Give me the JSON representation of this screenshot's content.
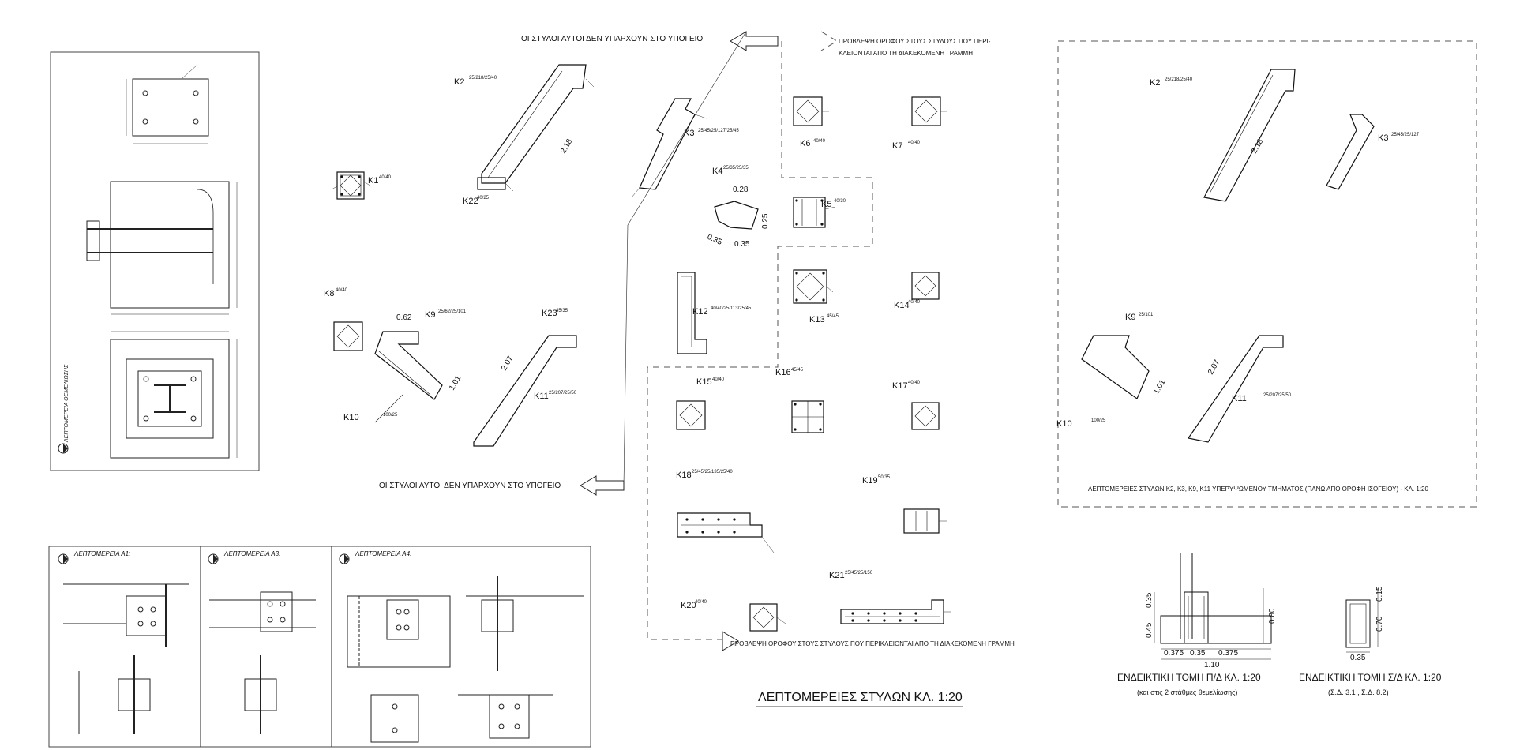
{
  "notes": {
    "not_in_basement_1": "ΟΙ ΣΤΥΛΟΙ ΑΥΤΟΙ ΔΕΝ ΥΠΑΡΧΟΥΝ ΣΤΟ ΥΠΟΓΕΙΟ",
    "not_in_basement_2": "ΟΙ ΣΤΥΛΟΙ ΑΥΤΟΙ ΔΕΝ ΥΠΑΡΧΟΥΝ ΣΤΟ ΥΠΟΓΕΙΟ",
    "provision_top_line1": "ΠΡΟΒΛΕΨΗ ΟΡΟΦΟΥ ΣΤΟΥΣ ΣΤΥΛΟΥΣ ΠΟΥ ΠΕΡΙ-",
    "provision_top_line2": "ΚΛΕΙΟΝΤΑΙ ΑΠΟ ΤΗ ΔΙΑΚΕΚΟΜΕΝΗ ΓΡΑΜΜΗ",
    "provision_bottom": "ΠΡΟΒΛΕΨΗ ΟΡΟΦΟΥ ΣΤΟΥΣ ΣΤΥΛΟΥΣ ΠΟΥ ΠΕΡΙΚΛΕΙΟΝΤΑΙ ΑΠΟ ΤΗ ΔΙΑΚΕΚΟΜΕΝΗ ΓΡΑΜΜΗ",
    "upper_section_title": "ΛΕΠΤΟΜΕΡΕΙΕΣ ΣΤΥΛΩΝ Κ2, Κ3, Κ9, Κ11 ΥΠΕΡΥΨΩΜΕΝΟΥ ΤΜΗΜΑΤΟΣ (ΠΑΝΩ ΑΠΟ ΟΡΟΦΗ ΙΣΟΓΕΙΟΥ)  - ΚΛ. 1:20",
    "foundation_detail": "ΛΕΠΤΟΜΕΡΕΙΑ ΘΕΜΕΛΙΩΣΗΣ"
  },
  "titles": {
    "main": "ΛΕΠΤΟΜΕΡΕΙΕΣ ΣΤΥΛΩΝ ΚΛ. 1:20",
    "section_pd": "ΕΝΔΕΙΚΤΙΚΗ ΤΟΜΗ Π/Δ ΚΛ. 1:20",
    "section_pd_sub": "(και στις 2 στάθμες θεμελίωσης)",
    "section_sd": "ΕΝΔΕΙΚΤΙΚΗ ΤΟΜΗ Σ/Δ ΚΛ. 1:20",
    "section_sd_sub": "(Σ.Δ. 3.1  ,  Σ.Δ. 8.2)"
  },
  "details": {
    "a1": "ΛΕΠΤΟΜΕΡΕΙΑ Α1:",
    "a3": "ΛΕΠΤΟΜΕΡΕΙΑ Α3:",
    "a4": "ΛΕΠΤΟΜΕΡΕΙΑ Α4:"
  },
  "columns": {
    "K1": "Κ1",
    "K2": "Κ2",
    "K3": "Κ3",
    "K4": "Κ4",
    "K5": "Κ5",
    "K6": "Κ6",
    "K7": "Κ7",
    "K8": "Κ8",
    "K9": "Κ9",
    "K10": "Κ10",
    "K11": "Κ11",
    "K12": "Κ12",
    "K13": "Κ13",
    "K14": "Κ14",
    "K15": "Κ15",
    "K16": "Κ16",
    "K17": "Κ17",
    "K18": "Κ18",
    "K19": "Κ19",
    "K20": "Κ20",
    "K21": "Κ21",
    "K22": "Κ22",
    "K23": "Κ23",
    "K2b": "Κ2",
    "K3b": "Κ3",
    "K9b": "Κ9",
    "K10b": "Κ10",
    "K11b": "Κ11"
  },
  "specs": {
    "K1": "40/40",
    "K2": "25/218/25/40",
    "K3": "25/45/25/127/25/45",
    "K4": "25/35/25/35",
    "K5": "40/30",
    "K6": "40/40",
    "K7": "40/40",
    "K8": "40/40",
    "K9": "25/62/25/101",
    "K10": "100/25",
    "K11": "25/207/25/50",
    "K12": "40/40/25/113/25/45",
    "K13": "45/45",
    "K14": "40/40",
    "K15": "40/40",
    "K16": "45/45",
    "K17": "40/40",
    "K18": "25/45/25/135/25/40",
    "K19": "50/35",
    "K20": "40/40",
    "K21": "25/45/25/150",
    "K22": "40/25",
    "K23": "45/35",
    "K2b": "25/218/25/40",
    "K3b": "25/45/25/127",
    "K9b": "25/101",
    "K10b": "100/25",
    "K11b": "25/207/25/50"
  },
  "dims": {
    "d218": "2.18",
    "d207": "2.07",
    "d101": "1.01",
    "d062": "0.62",
    "d028": "0.28",
    "d035a": "0.35",
    "d035b": "0.35",
    "d025": "0.25",
    "d218b": "2.18",
    "d207b": "2.07",
    "d101b": "1.01",
    "f035": "0.35",
    "f045": "0.45",
    "f080": "0.80",
    "f0375a": "0.375",
    "f035b": "0.35",
    "f0375b": "0.375",
    "f110": "1.10",
    "s015": "0.15",
    "s070": "0.70",
    "s035": "0.35"
  }
}
